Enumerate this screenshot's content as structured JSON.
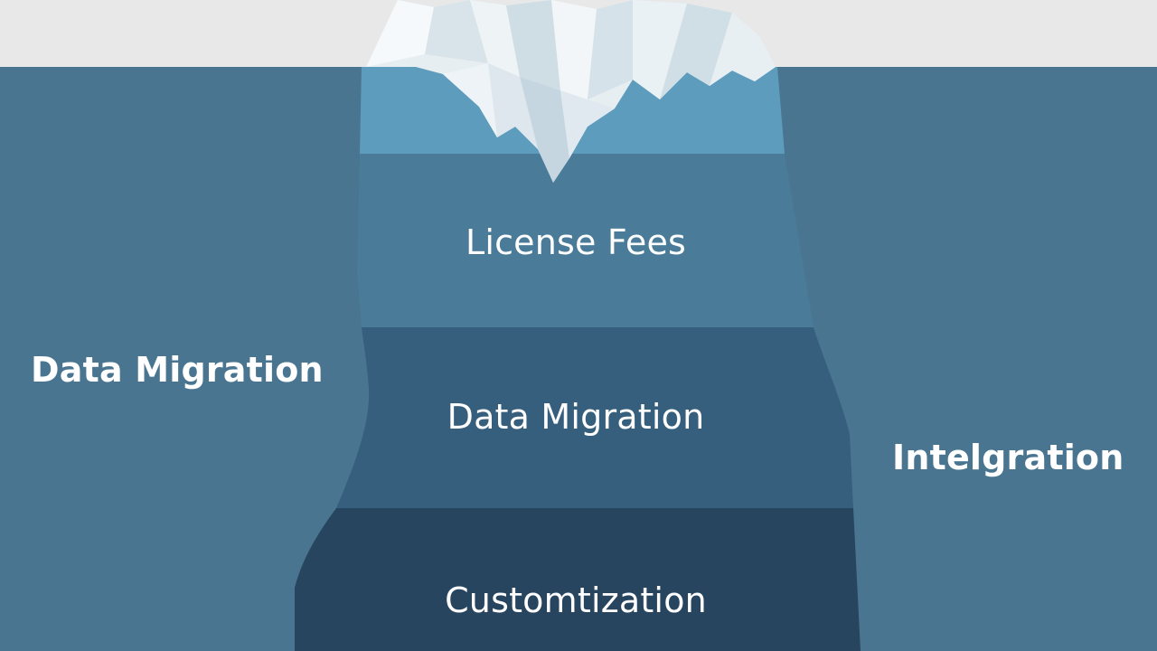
{
  "diagram": {
    "type": "iceberg",
    "colors": {
      "sky": "#e8e8e8",
      "water": "#4a7591",
      "tip_band": "#5e9cbd",
      "band_1": "#4a7b99",
      "band_2": "#365f7e",
      "band_3": "#28455f",
      "ice": "#e6eef2",
      "text": "#ffffff"
    },
    "layers": [
      {
        "label": "License Fees"
      },
      {
        "label": "Data Migration"
      },
      {
        "label": "Customtization"
      }
    ],
    "side_labels": {
      "left": "Data Migration",
      "right": "Intelgration"
    }
  }
}
